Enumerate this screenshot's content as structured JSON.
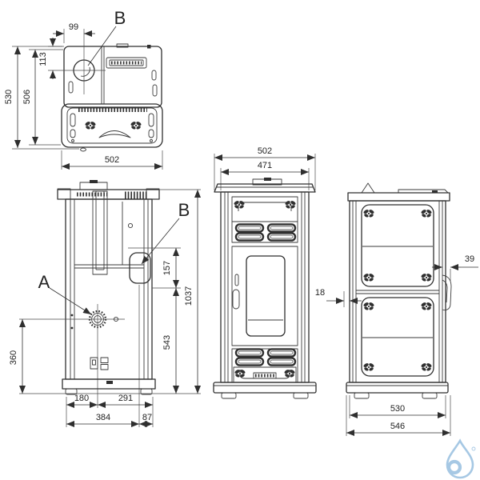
{
  "drawing": {
    "type": "stove-dimension-drawing",
    "line_color": "#2f2f2f",
    "views": {
      "top": {
        "label_b": "B",
        "dims": {
          "flue_offset_x": "99",
          "flue_offset_y": "113",
          "depth_total": "530",
          "depth_body": "506",
          "width": "502"
        }
      },
      "back": {
        "label_a": "A",
        "label_b": "B",
        "dims": {
          "outlet_span": "157",
          "height_total": "1037",
          "outlet_height": "543",
          "intake_height": "360",
          "intake_from_left": "180",
          "intake_to_right": "291",
          "outlet_from_left": "384",
          "outlet_to_right": "87"
        }
      },
      "front": {
        "dims": {
          "width_total": "502",
          "width_body": "471",
          "side_panel_offset": "18"
        }
      },
      "side": {
        "dims": {
          "handle_offset": "39",
          "depth_body": "530",
          "depth_total": "546"
        }
      }
    },
    "logo": {
      "icon": "water-drop-logo",
      "color": "#a6c8e4"
    }
  }
}
